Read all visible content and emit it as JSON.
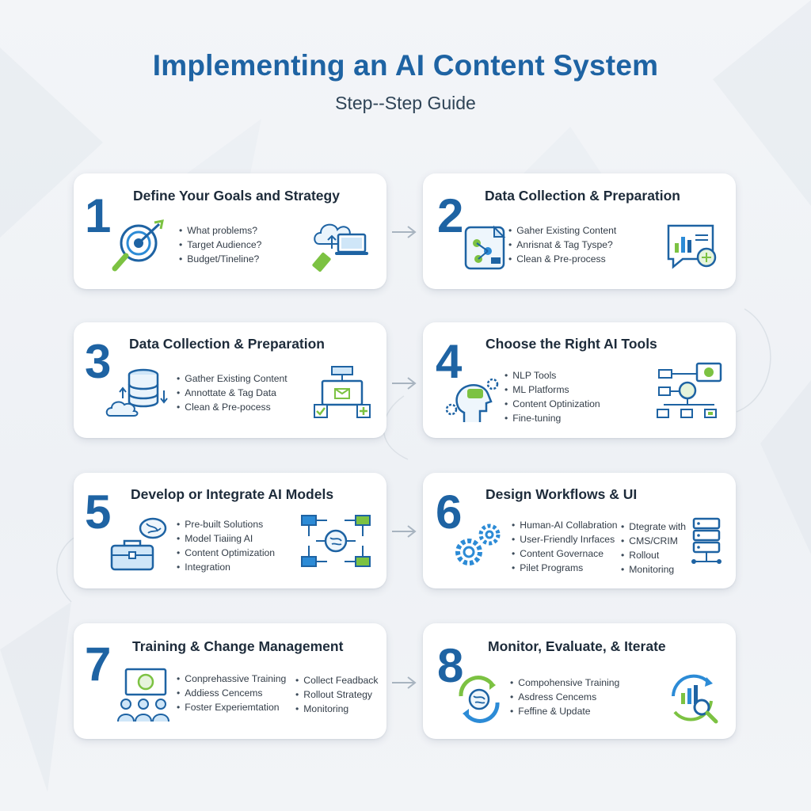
{
  "header": {
    "title": "Implementing an AI Content System",
    "subtitle": "Step--Step Guide"
  },
  "colors": {
    "primary": "#1e63a3",
    "accent_green": "#7cc242",
    "text": "#1d2b3a"
  },
  "steps": [
    {
      "number": "1",
      "title": "Define Your Goals and Strategy",
      "bullets": [
        "What problems?",
        "Target Audience?",
        "Budget/Tineline?"
      ],
      "icons": [
        "target-magnifier-icon",
        "cloud-laptop-icon"
      ]
    },
    {
      "number": "2",
      "title": "Data Collection & Preparation",
      "bullets": [
        "Gaher Existing Content",
        "Anrisnat & Tag Tyspe?",
        "Clean & Pre-process"
      ],
      "icons": [
        "data-document-icon",
        "chart-brain-icon"
      ]
    },
    {
      "number": "3",
      "title": "Data Collection & Preparation",
      "bullets": [
        "Gather Existing Content",
        "Annottate & Tag Data",
        "Clean & Pre-pocess"
      ],
      "icons": [
        "database-cloud-icon",
        "workflow-boxes-icon"
      ]
    },
    {
      "number": "4",
      "title": "Choose the Right AI Tools",
      "bullets": [
        "NLP Tools",
        "ML Platforms",
        "Content Optinization",
        "Fine-tuning"
      ],
      "icons": [
        "head-gears-icon",
        "network-brain-icon"
      ]
    },
    {
      "number": "5",
      "title": "Develop or Integrate AI Models",
      "bullets": [
        "Pre-built Solutions",
        "Model Tiaiing AI",
        "Content Optimization",
        "Integration"
      ],
      "icons": [
        "brain-toolbox-icon",
        "brain-network-icon"
      ]
    },
    {
      "number": "6",
      "title": "Design Workflows & UI",
      "bullets": [
        "Human-AI Collabration",
        "User-Friendly Inrfaces",
        "Content Governace",
        "Pilet Programs"
      ],
      "bullets2": [
        "Dtegrate with",
        "CMS/CRIM",
        "Rollout",
        "Monitoring"
      ],
      "icons": [
        "gears-icon",
        "server-icon"
      ]
    },
    {
      "number": "7",
      "title": "Training & Change Management",
      "bullets": [
        "Conprehassive Training",
        "Addiess Cencems",
        "Foster Experiemtation"
      ],
      "bullets2": [
        "Collect Feadback",
        "Rollout Strategy",
        "Monitoring"
      ],
      "icons": [
        "presentation-team-icon"
      ]
    },
    {
      "number": "8",
      "title": "Monitor, Evaluate, & Iterate",
      "bullets": [
        "Compohensive Training",
        "Asdress Cencems",
        "Feffine & Update"
      ],
      "icons": [
        "cycle-brain-icon",
        "chart-magnifier-icon"
      ]
    }
  ]
}
